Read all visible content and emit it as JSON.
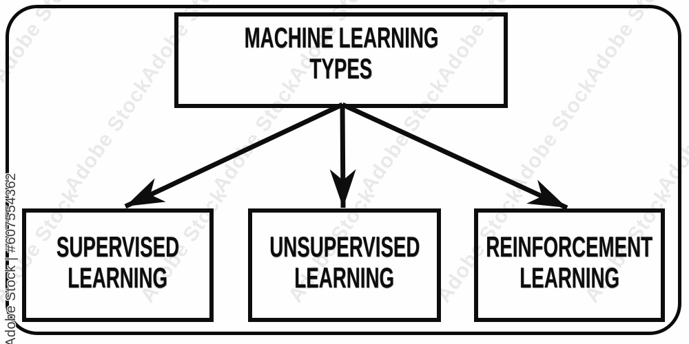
{
  "diagram": {
    "root": {
      "line1": "MACHINE LEARNING",
      "line2": "TYPES"
    },
    "children": [
      {
        "line1": "SUPERVISED",
        "line2": "LEARNING"
      },
      {
        "line1": "UNSUPERVISED",
        "line2": "LEARNING"
      },
      {
        "line1": "REINFORCEMENT",
        "line2": "LEARNING"
      }
    ]
  },
  "watermark": {
    "stock_id_label": "Adobe Stock | #607554362",
    "tile_text": "Adobe Stock"
  },
  "colors": {
    "line_color": "#0d0d0d",
    "background": "#fefefe",
    "watermark_gray": "#3a3a3a"
  }
}
